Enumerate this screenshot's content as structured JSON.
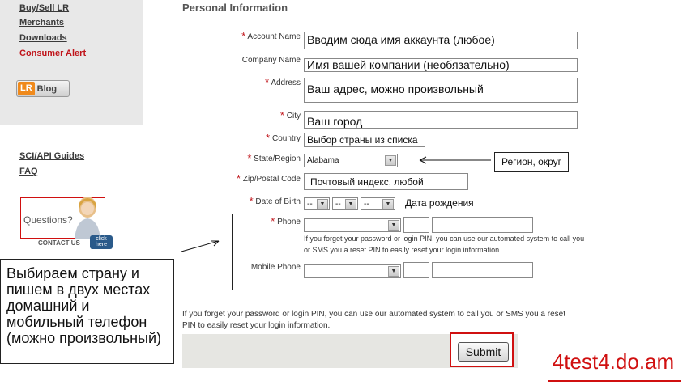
{
  "sidebar": {
    "links": [
      {
        "label": "Buy/Sell LR",
        "alert": false
      },
      {
        "label": "Merchants",
        "alert": false
      },
      {
        "label": "Downloads",
        "alert": false
      },
      {
        "label": "Consumer Alert",
        "alert": true
      }
    ],
    "blog": {
      "lr": "LR",
      "label": "Blog"
    },
    "guides": [
      {
        "label": "SCI/API Guides"
      },
      {
        "label": "FAQ"
      }
    ],
    "support": {
      "questions": "Questions?",
      "contact": "CONTACT US",
      "click_here": "click here"
    }
  },
  "form": {
    "title": "Personal Information",
    "account_name": {
      "label": "Account Name",
      "value": "Вводим сюда имя аккаунта (любое)"
    },
    "company_name": {
      "label": "Company Name",
      "value": "Имя вашей компании (необязательно)"
    },
    "address": {
      "label": "Address",
      "value": "Ваш адрес, можно произвольный"
    },
    "city": {
      "label": "City",
      "value": "Ваш город"
    },
    "country": {
      "label": "Country",
      "value": "Выбор страны из списка"
    },
    "state": {
      "label": "State/Region",
      "value": "Alabama"
    },
    "zip": {
      "label": "Zip/Postal Code",
      "value": "Почтовый индекс, любой"
    },
    "dob": {
      "label": "Date of Birth",
      "day": "--",
      "month": "--",
      "year": "--",
      "note": "Дата рождения"
    },
    "phone": {
      "label": "Phone",
      "note": "If you forget your password or login PIN, you can use our automated system to call you or SMS you a reset PIN to easily reset your login information."
    },
    "mobile": {
      "label": "Mobile Phone"
    },
    "bottom_note": "If you forget your password or login PIN, you can use our automated system to call you or SMS you a reset PIN to easily reset your login information.",
    "submit_label": "Submit"
  },
  "annotations": {
    "region_callout": "Регион, округ",
    "phone_callout": [
      "Выбираем страну и",
      "пишем в двух местах",
      "домашний и",
      "мобильный телефон",
      "(можно произвольный)"
    ],
    "watermark": "4test4.do.am"
  },
  "colors": {
    "required": "#c0151b",
    "highlight": "#d01010",
    "sidebar_bg": "#e8e8e8"
  }
}
